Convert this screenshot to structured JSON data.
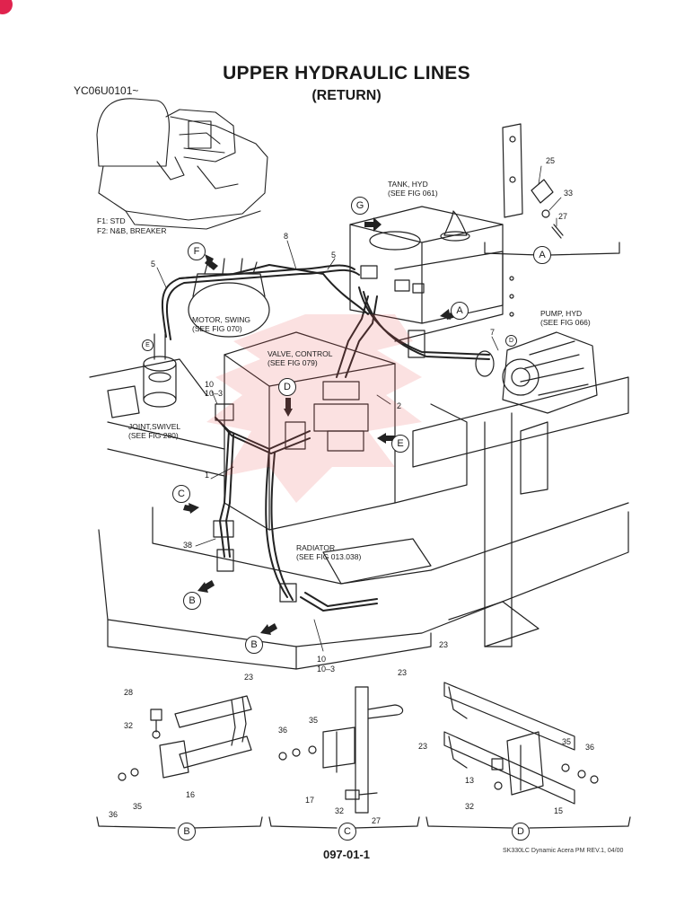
{
  "title": "UPPER HYDRAULIC LINES",
  "subtitle": "(RETURN)",
  "serial": "YC06U0101~",
  "options": [
    "F1: STD",
    "F2: N&B, BREAKER"
  ],
  "labels": {
    "tank": [
      "TANK, HYD",
      "(SEE FIG 061)"
    ],
    "pump": [
      "PUMP, HYD",
      "(SEE FIG 066)"
    ],
    "motor": [
      "MOTOR, SWING",
      "(SEE FIG 070)"
    ],
    "valve": [
      "VALVE, CONTROL",
      "(SEE FIG 079)"
    ],
    "joint": [
      "JOINT,SWIVEL",
      "(SEE FIG 280)"
    ],
    "radiator": [
      "RADIATOR",
      "(SEE FIG 013.038)"
    ]
  },
  "callouts": {
    "A": "A",
    "B": "B",
    "C": "C",
    "D": "D",
    "E": "E",
    "F": "F",
    "G": "G"
  },
  "part_numbers": {
    "p1": "1",
    "p2": "2",
    "p5a": "5",
    "p5b": "5",
    "p7": "7",
    "p8": "8",
    "p10a": "10",
    "p103a": "10–3",
    "p10b": "10",
    "p103b": "10–3",
    "p38": "38",
    "p25": "25",
    "p33": "33",
    "p27a": "27",
    "p23b": "23",
    "p28": "28",
    "p32b": "32",
    "p36b": "36",
    "p35b": "35",
    "p16": "16",
    "p23c": "23",
    "p35c": "35",
    "p36c": "36",
    "p17": "17",
    "p32c": "32",
    "p27c": "27",
    "p23d1": "23",
    "p23d2": "23",
    "p13": "13",
    "p32d": "32",
    "p35d": "35",
    "p36d": "36",
    "p15": "15"
  },
  "detail_labels": [
    "B",
    "C",
    "D"
  ],
  "page_number": "097-01-1",
  "footer": "SK330LC Dynamic Acera PM REV.1, 04/00"
}
